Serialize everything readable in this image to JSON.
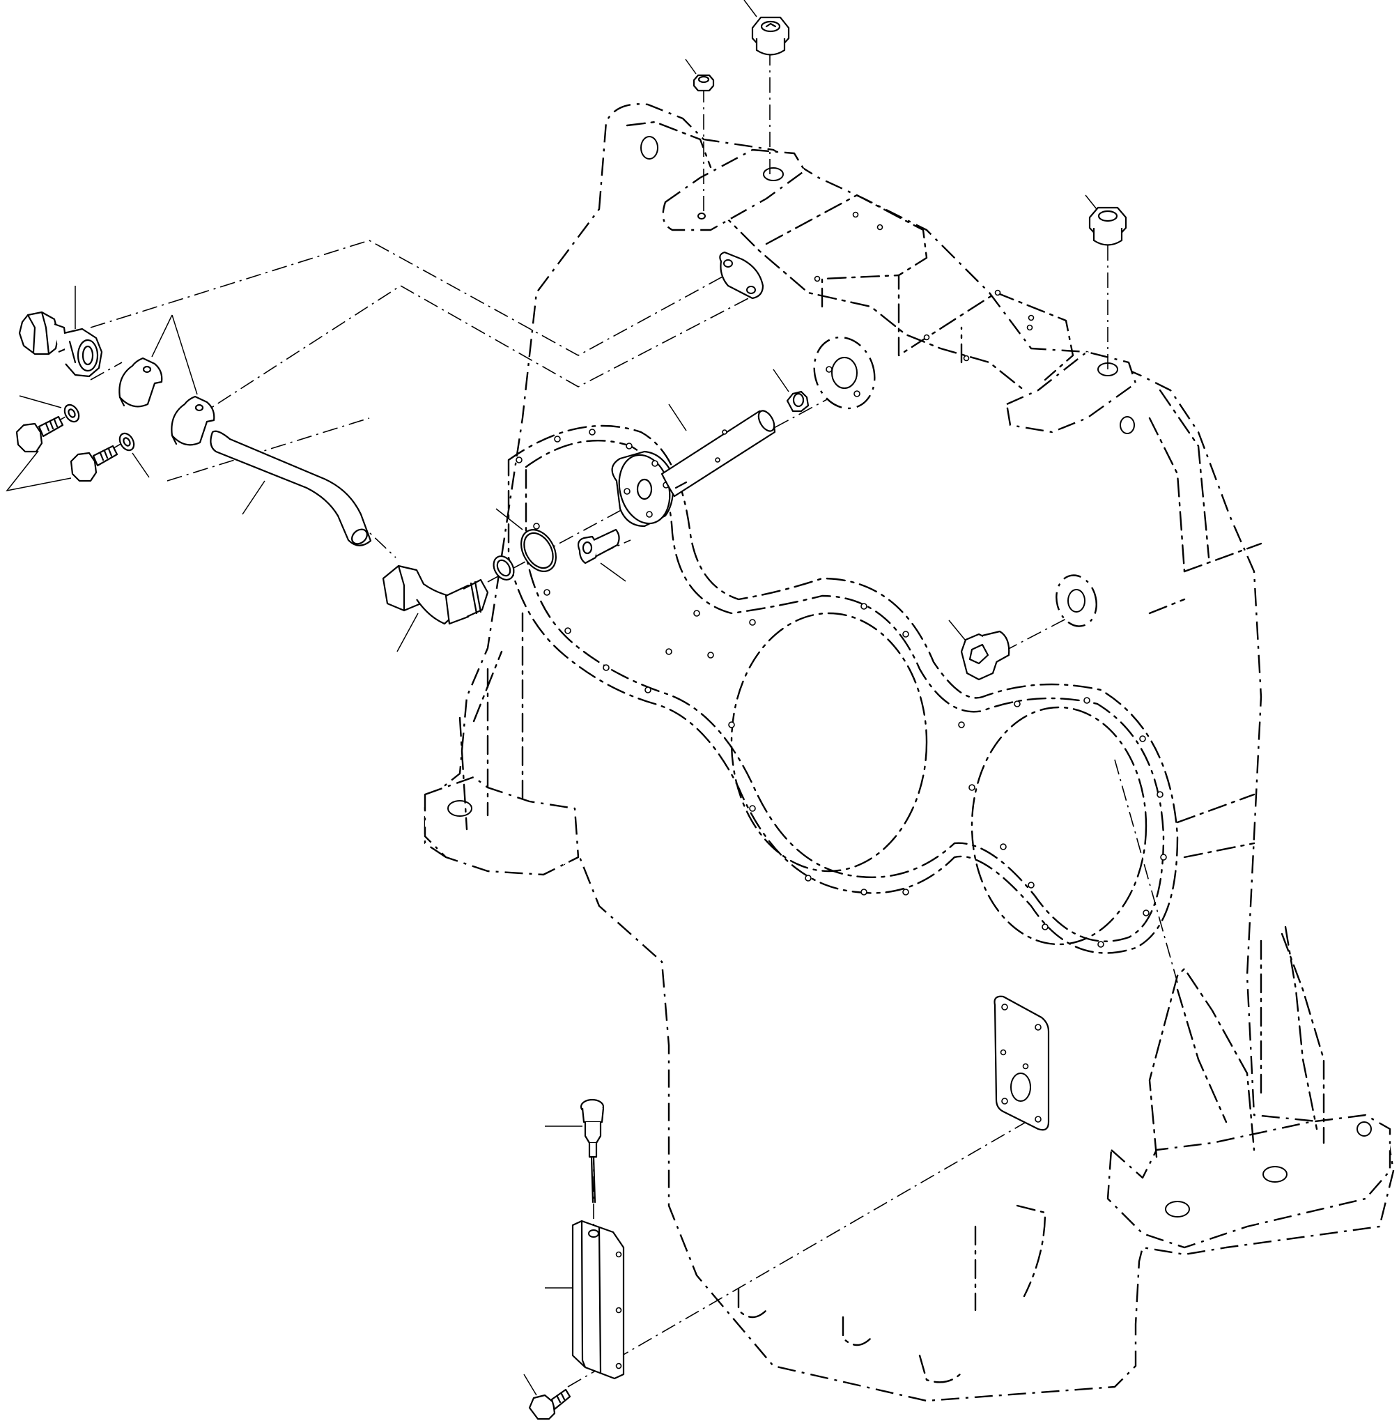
{
  "drawing": {
    "kind": "exploded parts diagram",
    "colors": {
      "line": "#000000",
      "background": "#ffffff"
    }
  },
  "parts": [
    {
      "name": "plug-top-large",
      "icon": "plug-icon"
    },
    {
      "name": "plug-top-small",
      "icon": "plug-icon"
    },
    {
      "name": "plug-right",
      "icon": "plug-icon"
    },
    {
      "name": "union-fitting",
      "icon": "fitting-icon"
    },
    {
      "name": "clip-pair",
      "icon": "clip-icon"
    },
    {
      "name": "washers",
      "icon": "washer-icon"
    },
    {
      "name": "screws",
      "icon": "screw-icon"
    },
    {
      "name": "pipe",
      "icon": "pipe-icon"
    },
    {
      "name": "elbow-fitting",
      "icon": "elbow-icon"
    },
    {
      "name": "o-ring-small",
      "icon": "seal-icon"
    },
    {
      "name": "o-ring-large",
      "icon": "seal-icon"
    },
    {
      "name": "flange-screw",
      "icon": "screw-icon"
    },
    {
      "name": "flanged-tube",
      "icon": "tube-icon"
    },
    {
      "name": "small-plug",
      "icon": "plug-icon"
    },
    {
      "name": "side-plug",
      "icon": "plug-icon"
    },
    {
      "name": "cover-plate",
      "icon": "plate-icon"
    },
    {
      "name": "dipstick",
      "icon": "dipstick-icon"
    },
    {
      "name": "dipstick-guide",
      "icon": "guide-icon"
    },
    {
      "name": "bottom-screw",
      "icon": "screw-icon"
    },
    {
      "name": "gearbox-housing",
      "icon": "housing-icon"
    }
  ]
}
